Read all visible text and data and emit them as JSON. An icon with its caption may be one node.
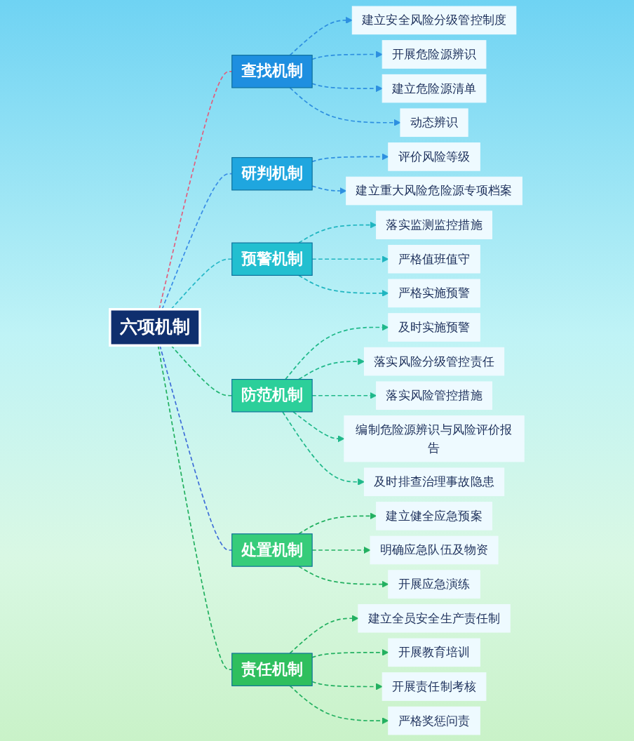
{
  "diagram": {
    "nodes": [
      {
        "text": [
          "六项机制"
        ]
      },
      {
        "text": [
          "查找机制"
        ]
      },
      {
        "text": [
          "建立安全风险分级管控制度"
        ]
      },
      {
        "text": [
          "开展危险源辨识"
        ]
      },
      {
        "text": [
          "建立危险源清单"
        ]
      },
      {
        "text": [
          "动态辨识"
        ]
      },
      {
        "text": [
          "研判机制"
        ]
      },
      {
        "text": [
          "评价风险等级"
        ]
      },
      {
        "text": [
          "建立重大风险危险源专项档案"
        ]
      },
      {
        "text": [
          "预警机制"
        ]
      },
      {
        "text": [
          "落实监测监控措施"
        ]
      },
      {
        "text": [
          "严格值班值守"
        ]
      },
      {
        "text": [
          "严格实施预警"
        ]
      },
      {
        "text": [
          "防范机制"
        ]
      },
      {
        "text": [
          "及时实施预警"
        ]
      },
      {
        "text": [
          "落实风险分级管控责任"
        ]
      },
      {
        "text": [
          "落实风险管控措施"
        ]
      },
      {
        "text": [
          "编制危险源辨识与风险评价报告"
        ]
      },
      {
        "text": [
          "及时排查治理事故隐患"
        ]
      },
      {
        "text": [
          "处置机制"
        ]
      },
      {
        "text": [
          "建立健全应急预案"
        ]
      },
      {
        "text": [
          "明确应急队伍及物资"
        ]
      },
      {
        "text": [
          "开展应急演练"
        ]
      },
      {
        "text": [
          "责任机制"
        ]
      },
      {
        "text": [
          "建立全员安全生产责任制"
        ]
      },
      {
        "text": [
          "开展教育培训"
        ]
      },
      {
        "text": [
          "开展责任制考核"
        ]
      },
      {
        "text": [
          "严格奖惩问责"
        ]
      }
    ],
    "edges": [
      {
        "from": 0,
        "to": 1,
        "arrow": "none",
        "style": "dashed",
        "color": "#e0607e"
      },
      {
        "from": 0,
        "to": 6,
        "arrow": "none",
        "style": "dashed",
        "color": "#3a8ee6"
      },
      {
        "from": 0,
        "to": 9,
        "arrow": "none",
        "style": "dashed",
        "color": "#27b8c8"
      },
      {
        "from": 0,
        "to": 13,
        "arrow": "none",
        "style": "dashed",
        "color": "#22b573"
      },
      {
        "from": 0,
        "to": 19,
        "arrow": "none",
        "style": "dashed",
        "color": "#3f6fd8"
      },
      {
        "from": 0,
        "to": 23,
        "arrow": "none",
        "style": "dashed",
        "color": "#22b060"
      },
      {
        "from": 1,
        "to": 2,
        "arrow": "to",
        "style": "dashed",
        "color": "#2d8fe0"
      },
      {
        "from": 1,
        "to": 3,
        "arrow": "to",
        "style": "dashed",
        "color": "#2d8fe0"
      },
      {
        "from": 1,
        "to": 4,
        "arrow": "to",
        "style": "dashed",
        "color": "#2d8fe0"
      },
      {
        "from": 1,
        "to": 5,
        "arrow": "to",
        "style": "dashed",
        "color": "#2d8fe0"
      },
      {
        "from": 6,
        "to": 7,
        "arrow": "to",
        "style": "dashed",
        "color": "#2d8fe0"
      },
      {
        "from": 6,
        "to": 8,
        "arrow": "to",
        "style": "dashed",
        "color": "#2d8fe0"
      },
      {
        "from": 9,
        "to": 10,
        "arrow": "to",
        "style": "dashed",
        "color": "#1fb5c0"
      },
      {
        "from": 9,
        "to": 11,
        "arrow": "to",
        "style": "dashed",
        "color": "#1fb5c0"
      },
      {
        "from": 9,
        "to": 12,
        "arrow": "to",
        "style": "dashed",
        "color": "#1fb5c0"
      },
      {
        "from": 13,
        "to": 14,
        "arrow": "to",
        "style": "dashed",
        "color": "#1fb88a"
      },
      {
        "from": 13,
        "to": 15,
        "arrow": "to",
        "style": "dashed",
        "color": "#1fb88a"
      },
      {
        "from": 13,
        "to": 16,
        "arrow": "to",
        "style": "dashed",
        "color": "#1fb88a"
      },
      {
        "from": 13,
        "to": 17,
        "arrow": "to",
        "style": "dashed",
        "color": "#1fb88a"
      },
      {
        "from": 13,
        "to": 18,
        "arrow": "to",
        "style": "dashed",
        "color": "#1fb88a"
      },
      {
        "from": 19,
        "to": 20,
        "arrow": "to",
        "style": "dashed",
        "color": "#22b060"
      },
      {
        "from": 19,
        "to": 21,
        "arrow": "to",
        "style": "dashed",
        "color": "#22b060"
      },
      {
        "from": 19,
        "to": 22,
        "arrow": "to",
        "style": "dashed",
        "color": "#22b060"
      },
      {
        "from": 23,
        "to": 24,
        "arrow": "to",
        "style": "dashed",
        "color": "#22b060"
      },
      {
        "from": 23,
        "to": 25,
        "arrow": "to",
        "style": "dashed",
        "color": "#22b060"
      },
      {
        "from": 23,
        "to": 26,
        "arrow": "to",
        "style": "dashed",
        "color": "#22b060"
      },
      {
        "from": 23,
        "to": 27,
        "arrow": "to",
        "style": "dashed",
        "color": "#22b060"
      }
    ]
  }
}
